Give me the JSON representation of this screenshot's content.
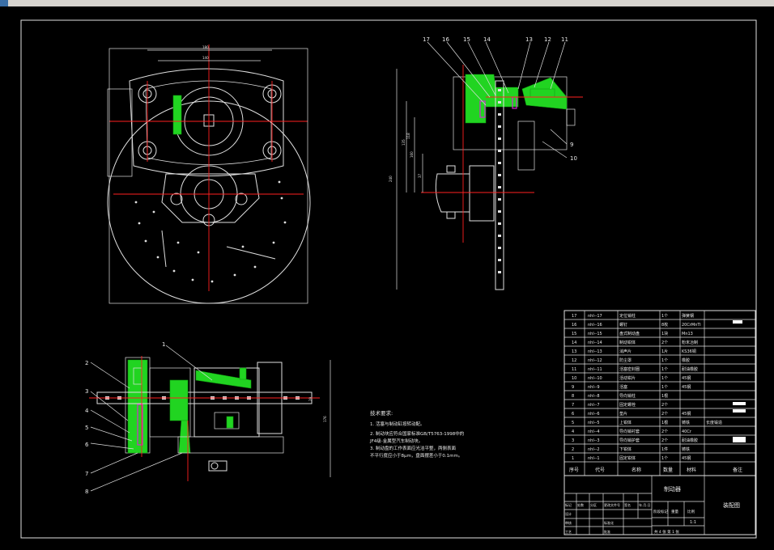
{
  "window": {
    "strip_color": "#d6d3ce"
  },
  "drawing": {
    "background": "#000000",
    "line_color": "#e0e0e0",
    "centerline_color": "#ff2020",
    "hatch_color": "#21d421",
    "highlight_color": "#d22ad2"
  },
  "front_view": {
    "dims": [
      "180",
      "140"
    ]
  },
  "side_view": {
    "balloons": [
      "17",
      "16",
      "15",
      "14",
      "13",
      "12",
      "11",
      "9",
      "10"
    ],
    "dims": [
      "135",
      "118",
      "160",
      "240",
      "37"
    ]
  },
  "bottom_view": {
    "balloons": [
      "1",
      "2",
      "3",
      "4",
      "5",
      "6",
      "7",
      "8"
    ],
    "dims": [
      "176",
      "29"
    ]
  },
  "tech_notes": {
    "title": "技术要求:",
    "lines": [
      "1. 活塞与制动缸按转动配。",
      "2. 制动块应符合国家标准GB/T5763-1998中的",
      "   JF4级-金属型汽车制动块。",
      "3. 制动盘的工作表面应光洁平整，两侧表面",
      "不平行度应小于8μm，盘面摆差小于0.1mm。"
    ]
  },
  "bom": {
    "rows": [
      [
        "17",
        "nhl--17",
        "定位销柱",
        "1个",
        "弹簧钢",
        ""
      ],
      [
        "16",
        "nhl--16",
        "螺钉",
        "8枚",
        "20CrMnTi",
        ""
      ],
      [
        "15",
        "nhl--15",
        "盘式制动盘",
        "1块",
        "Mn13",
        ""
      ],
      [
        "14",
        "nhl--14",
        "制动钳体",
        "2个",
        "粉末冶制",
        ""
      ],
      [
        "13",
        "nhl--13",
        "消声片",
        "1片",
        "KS36铜",
        ""
      ],
      [
        "12",
        "nhl--12",
        "防尘罩",
        "1个",
        "橡胶",
        ""
      ],
      [
        "11",
        "nhl--11",
        "活塞密封圈",
        "1个",
        "耐油橡胶",
        ""
      ],
      [
        "10",
        "nhl--10",
        "活动钳片",
        "1个",
        "45钢",
        ""
      ],
      [
        "9",
        "nhl--9",
        "活塞",
        "1个",
        "45钢",
        ""
      ],
      [
        "8",
        "nhl--8",
        "导向销柱",
        "1根",
        "",
        ""
      ],
      [
        "7",
        "nhl--7",
        "固定螺栓",
        "2个",
        "",
        ""
      ],
      [
        "6",
        "nhl--6",
        "垫片",
        "2个",
        "45钢",
        ""
      ],
      [
        "5",
        "nhl--5",
        "上钳体",
        "1根",
        "铸铁",
        "长度锻造"
      ],
      [
        "4",
        "nhl--4",
        "导向销衬套",
        "2个",
        "40Cr",
        ""
      ],
      [
        "3",
        "nhl--3",
        "导向销护套",
        "2个",
        "耐油橡胶",
        ""
      ],
      [
        "2",
        "nhl--2",
        "下钳体",
        "1件",
        "铸铁",
        ""
      ],
      [
        "1",
        "nhl--1",
        "固定钳体",
        "1个",
        "45钢",
        ""
      ]
    ],
    "header": [
      "序号",
      "代号",
      "名称",
      "数量",
      "材料",
      "备注"
    ]
  },
  "title_block": {
    "part_name": "制动器",
    "drawing_type": "装配图",
    "scale_header": [
      "阶段标记",
      "重量",
      "比例"
    ],
    "scale_value": "1:1",
    "sheet_text": "共 4 张  第 1 张",
    "rev_headers": [
      "标记",
      "处数",
      "分区",
      "更改文件号",
      "签名",
      "年.月.日"
    ],
    "roles": [
      "设计",
      "审核",
      "工艺",
      "标准化",
      "批准"
    ]
  }
}
